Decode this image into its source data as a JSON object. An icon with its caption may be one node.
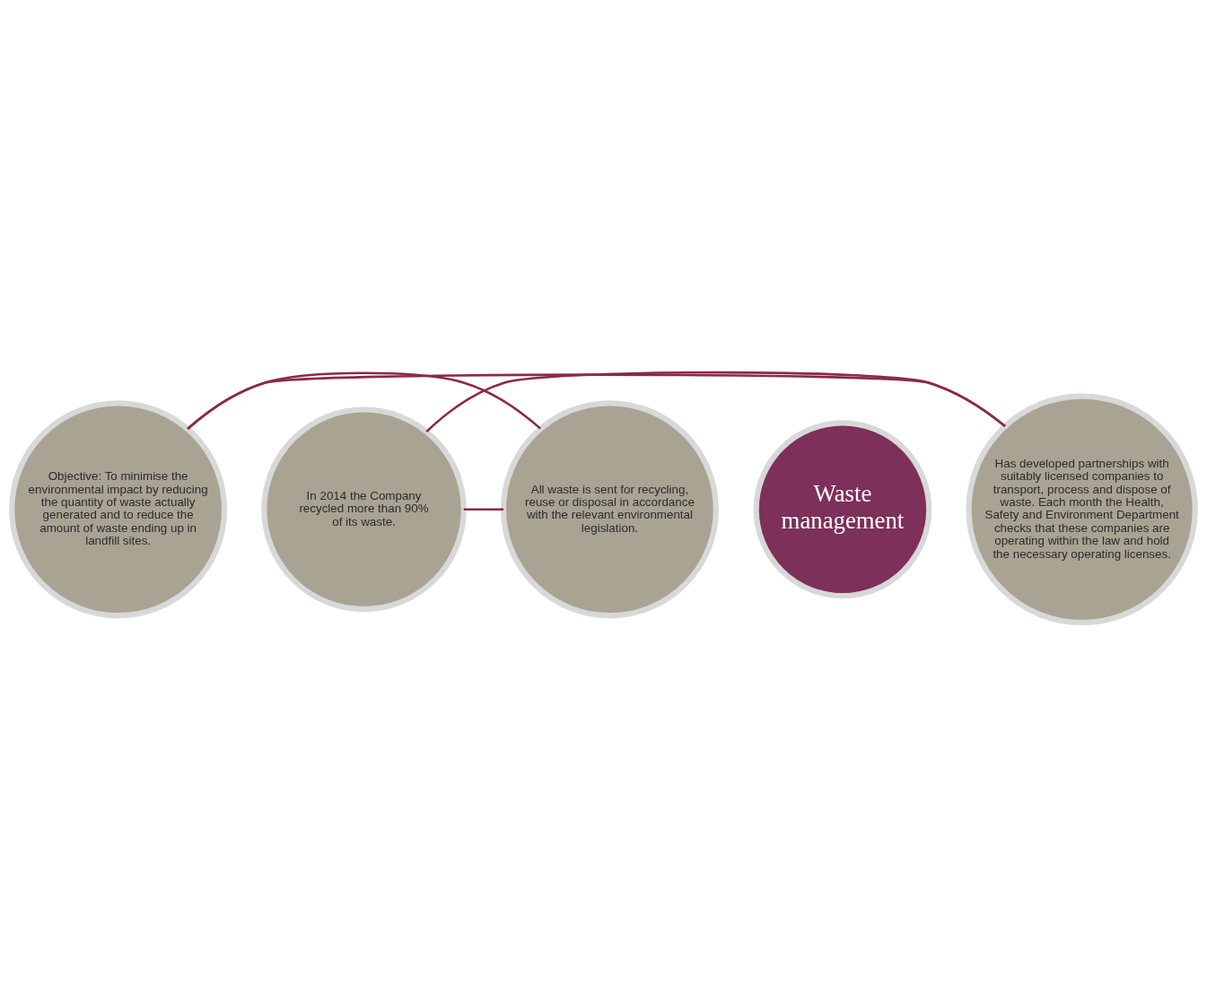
{
  "diagram": {
    "nodes": [
      {
        "text": [
          "Objective: To minimise the environmental impact by reducing the quantity of waste actually generated and to reduce the amount of waste ending up in landfill sites."
        ]
      },
      {
        "text": [
          "All waste is sent for recycling, reuse or disposal in accordance with the relevant environmental legislation."
        ]
      },
      {
        "text": [
          "Waste management"
        ]
      },
      {
        "text": [
          "Has developed partnerships with suitably licensed companies to transport, process and dispose of waste. Each month the Health, Safety and Environment Department checks that these companies are operating within the law and hold the necessary operating licenses."
        ]
      },
      {
        "text": [
          "In 2014 the Company recycled more than 90% of its waste."
        ]
      }
    ],
    "edges": [
      {
        "from": 0,
        "to": 3,
        "arrow": "none"
      },
      {
        "from": 3,
        "to": 4,
        "arrow": "none"
      },
      {
        "from": 4,
        "to": 1,
        "arrow": "none"
      },
      {
        "from": 1,
        "to": 0,
        "arrow": "none"
      }
    ]
  }
}
